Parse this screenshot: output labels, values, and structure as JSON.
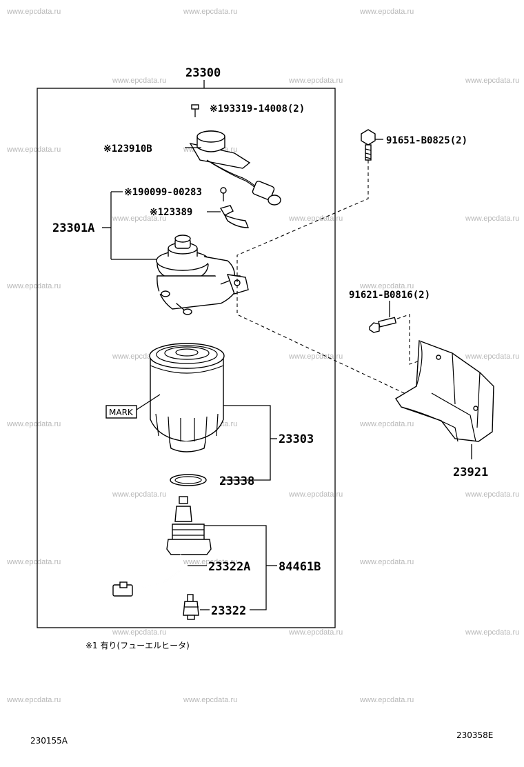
{
  "watermark": "www.epcdata.ru",
  "callouts": {
    "assembly": "23300",
    "sensor_screw": "※193319-14008(2)",
    "sensor": "※123910B",
    "mount_bolt": "91651-B0825(2)",
    "bracket_screw": "※190099-00283",
    "clamp": "※123389",
    "filter_head": "23301A",
    "bracket_bolt": "91621-B0816(2)",
    "element": "23303",
    "oring": "23338",
    "bracket": "23921",
    "drain_plug": "23322A",
    "switch": "84461B",
    "drain_cock": "23322",
    "mark": "MARK"
  },
  "footnote": "※1 有り(フューエルヒータ)",
  "codes": {
    "left": "230155A",
    "right": "230358E"
  }
}
